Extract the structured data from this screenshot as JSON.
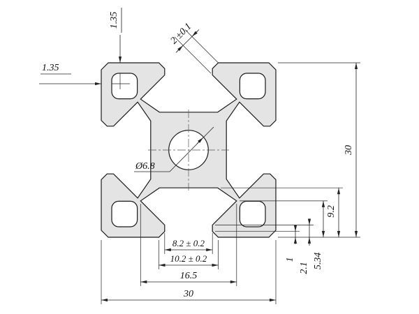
{
  "drawing": {
    "type": "technical-cross-section",
    "subject": "30x30 aluminium T-slot extrusion profile",
    "colors": {
      "profile_fill": "#e4e4e4",
      "line": "#1a1a1a"
    },
    "labels": {
      "wall_thickness_top": "1.35",
      "wall_thickness_left": "1.35",
      "slot_lip": "2 ±0.1",
      "center_bore": "Ø6.8",
      "overall_height": "30",
      "overall_width": "30",
      "slot_cavity_width": "16.5",
      "slot_opening_outer": "10.2 ± 0.2",
      "slot_opening_inner": "8.2 ± 0.2",
      "slot_depth": "9.2",
      "pocket_depth": "5.34",
      "lip_height": "2.1",
      "chamfer": "1"
    }
  }
}
